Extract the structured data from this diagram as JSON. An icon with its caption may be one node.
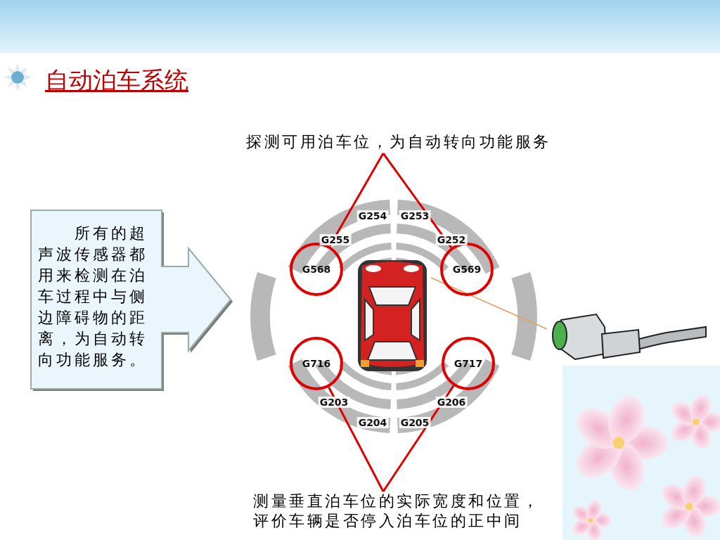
{
  "diagram": {
    "title": "自动泊车系统",
    "nodes": [
      {
        "text": [
          "所有的超声波传感器都用来检测在泊车过程中与侧边障碍物的距离，为自动转向功能服务。"
        ]
      },
      {
        "text": [
          "探测可用泊车位，为自动转向功能服务"
        ]
      },
      {
        "text": [
          "G568"
        ]
      },
      {
        "text": [
          "G569"
        ]
      },
      {
        "text": [
          "G716"
        ]
      },
      {
        "text": [
          "G717"
        ]
      },
      {
        "text": [
          "测量垂直泊车位的实际宽度和位置，评价车辆是否停入泊车位的正中间"
        ]
      },
      {
        "text": [],
        "shape": "picture"
      },
      {
        "text": [],
        "shape": "picture"
      }
    ],
    "edges": [
      {
        "from": 1,
        "to": 2,
        "arrow": "none"
      },
      {
        "from": 1,
        "to": 3,
        "arrow": "none"
      },
      {
        "from": 6,
        "to": 4,
        "arrow": "none"
      },
      {
        "from": 6,
        "to": 5,
        "arrow": "none"
      },
      {
        "from": 7,
        "to": 8,
        "arrow": "none",
        "color": "#e0a060"
      }
    ],
    "labels": [
      "G254",
      "G253",
      "G255",
      "G252",
      "G203",
      "G206",
      "G204",
      "G205"
    ]
  }
}
